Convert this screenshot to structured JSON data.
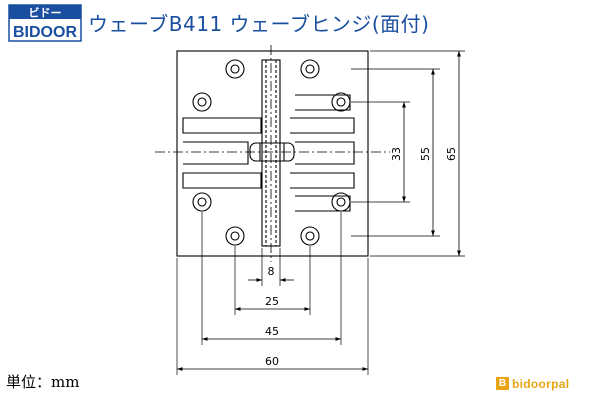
{
  "header": {
    "logo_kana": "ビドー",
    "logo_roman": "BIDOOR",
    "title": "ウェーブB411 ウェーブヒンジ(面付)"
  },
  "dimensions": {
    "width_overall": "60",
    "hole_pitch_outer_h": "45",
    "hole_pitch_inner_h": "25",
    "knuckle_width": "8",
    "height_overall": "65",
    "hole_pitch_outer_v": "55",
    "hole_pitch_inner_v": "33"
  },
  "footer": {
    "unit_note": "単位：mm",
    "brand_mark": "B",
    "brand": "bidoorpal"
  },
  "colors": {
    "title": "#1a4fa0",
    "brand_orange": "#e8a511",
    "line": "#000000"
  }
}
